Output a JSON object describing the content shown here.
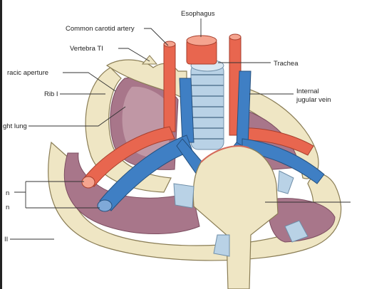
{
  "labels": {
    "esophagus": "Esophagus",
    "common_carotid": "Common carotid artery",
    "vertebra": "Vertebra TI",
    "trachea": "Trachea",
    "thoracic_aperture": "racic aperture",
    "rib1": "Rib I",
    "internal_jugular_1": "Internal",
    "internal_jugular_2": "jugular vein",
    "right_lung": "ght lung",
    "left_n1": "n",
    "left_n2": "n",
    "left_ii": "II"
  },
  "colors": {
    "artery": "#e8664f",
    "vein": "#3f7fc4",
    "bone": "#efe6c4",
    "cartilage": "#b9d2e6",
    "lung": "#a8768a",
    "pleura": "#c6a0ab"
  }
}
